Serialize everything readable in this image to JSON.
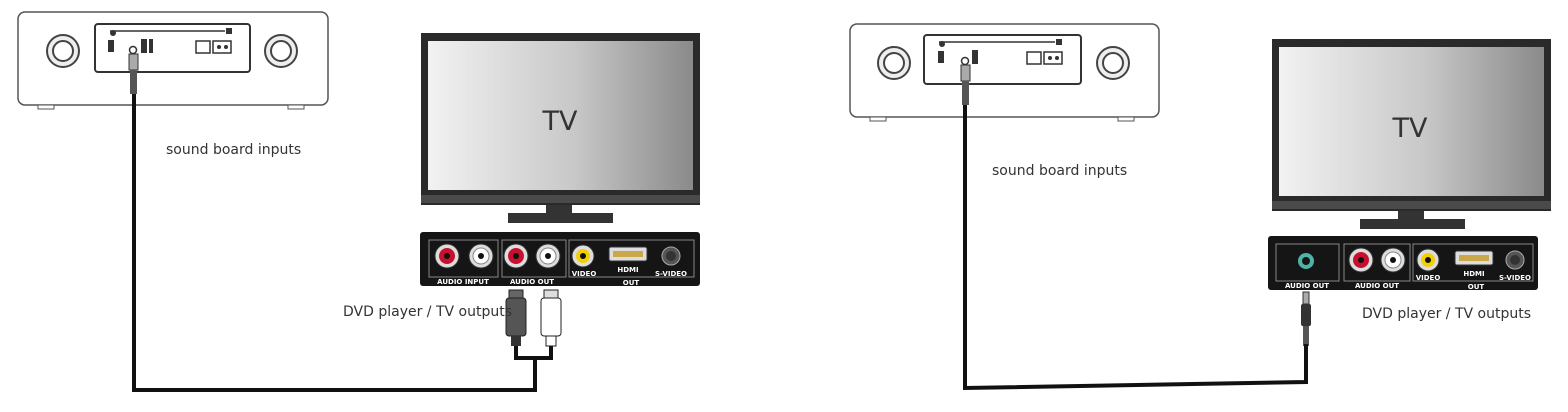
{
  "left_diagram": {
    "soundboard_caption": "sound board inputs",
    "tv_label": "TV",
    "outputs_caption": "DVD player / TV outputs",
    "panel_labels": {
      "audio_input": "AUDIO INPUT",
      "audio_out": "AUDIO OUT",
      "video": "VIDEO",
      "hdmi": "HDMI",
      "s_video": "S-VIDEO",
      "out": "OUT"
    }
  },
  "right_diagram": {
    "soundboard_caption": "sound board inputs",
    "tv_label": "TV",
    "outputs_caption": "DVD player / TV outputs",
    "panel_labels": {
      "audio_out": "AUDIO OUT",
      "audio_out_2": "AUDIO OUT",
      "video": "VIDEO",
      "hdmi": "HDMI",
      "s_video": "S-VIDEO",
      "out": "OUT"
    }
  },
  "colors": {
    "red_jack": "#c8102e",
    "yellow_jack": "#f2d100",
    "teal_jack": "#4fb3a8",
    "cable": "#111111"
  }
}
